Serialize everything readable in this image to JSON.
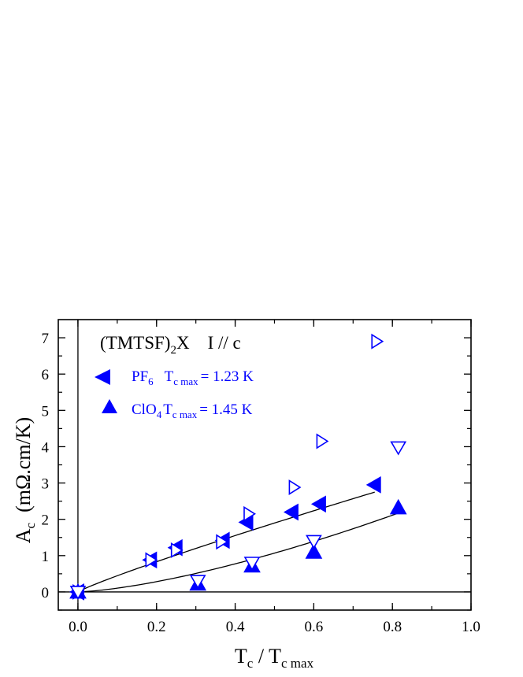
{
  "chart_data": {
    "type": "scatter",
    "title": "",
    "xlabel": {
      "main": "T",
      "sub": "c",
      "sep": " / ",
      "main2": "T",
      "sub2": "c max"
    },
    "ylabel": {
      "main": "A",
      "sub": "c",
      "rest": "  (mΩ.cm/K)"
    },
    "xlim": [
      -0.05,
      1.0
    ],
    "ylim": [
      -0.5,
      7.5
    ],
    "x_ticks": [
      0.0,
      0.2,
      0.4,
      0.6,
      0.8,
      1.0
    ],
    "x_tick_labels": [
      "0.0",
      "0.2",
      "0.4",
      "0.6",
      "0.8",
      "1.0"
    ],
    "y_ticks": [
      0,
      1,
      2,
      3,
      4,
      5,
      6,
      7
    ],
    "y_tick_labels": [
      "0",
      "1",
      "2",
      "3",
      "4",
      "5",
      "6",
      "7"
    ],
    "grid": false,
    "marker_color": "#0000ff",
    "annotation": {
      "compound": "(TMTSF)",
      "sub": "2",
      "rest": "X    I // c"
    },
    "legend_position": "top-left",
    "series": [
      {
        "name": "PF6",
        "legend": {
          "main": "PF",
          "sub": "6",
          "tc": "T",
          "tc_sub": "c max",
          "tc_value": "= 1.23 K"
        },
        "marker": "triangle-left-filled",
        "points": [
          {
            "x": 0.0,
            "y": 0.0
          },
          {
            "x": 0.185,
            "y": 0.88
          },
          {
            "x": 0.25,
            "y": 1.22
          },
          {
            "x": 0.37,
            "y": 1.42
          },
          {
            "x": 0.43,
            "y": 1.92
          },
          {
            "x": 0.545,
            "y": 2.2
          },
          {
            "x": 0.615,
            "y": 2.42
          },
          {
            "x": 0.755,
            "y": 2.95
          }
        ]
      },
      {
        "name": "PF6 (open)",
        "marker": "triangle-right-open",
        "points": [
          {
            "x": 0.0,
            "y": 0.0
          },
          {
            "x": 0.185,
            "y": 0.88
          },
          {
            "x": 0.25,
            "y": 1.15
          },
          {
            "x": 0.365,
            "y": 1.38
          },
          {
            "x": 0.435,
            "y": 2.15
          },
          {
            "x": 0.55,
            "y": 2.88
          },
          {
            "x": 0.62,
            "y": 4.15
          },
          {
            "x": 0.76,
            "y": 6.9
          }
        ]
      },
      {
        "name": "ClO4",
        "legend": {
          "main": "ClO",
          "sub": "4",
          "tc": "T",
          "tc_sub": "c max",
          "tc_value": "= 1.45 K"
        },
        "marker": "triangle-up-filled",
        "points": [
          {
            "x": 0.0,
            "y": 0.0
          },
          {
            "x": 0.305,
            "y": 0.22
          },
          {
            "x": 0.443,
            "y": 0.72
          },
          {
            "x": 0.6,
            "y": 1.1
          },
          {
            "x": 0.815,
            "y": 2.32
          }
        ]
      },
      {
        "name": "ClO4 (open)",
        "marker": "triangle-down-open",
        "points": [
          {
            "x": 0.0,
            "y": 0.0
          },
          {
            "x": 0.305,
            "y": 0.3
          },
          {
            "x": 0.443,
            "y": 0.8
          },
          {
            "x": 0.6,
            "y": 1.4
          },
          {
            "x": 0.815,
            "y": 3.98
          }
        ]
      }
    ],
    "fit_curves": [
      {
        "name": "PF6 fit",
        "a": 3.54,
        "n": 0.9,
        "x_range": [
          0.0,
          0.755
        ]
      },
      {
        "name": "ClO4 fit",
        "a": 2.92,
        "n": 1.45,
        "x_range": [
          0.0,
          0.815
        ]
      }
    ]
  }
}
